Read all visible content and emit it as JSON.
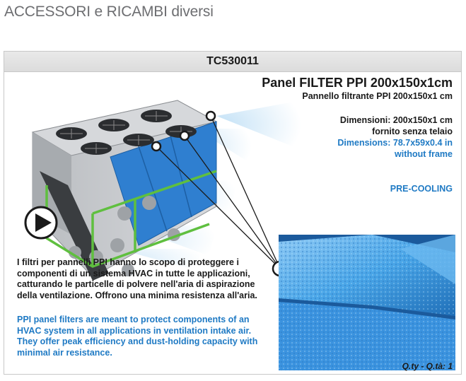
{
  "section_title": "ACCESSORI e RICAMBI diversi",
  "product": {
    "code": "TC530011",
    "title_en": "Panel FILTER PPI 200x150x1cm",
    "title_it": "Pannello filtrante PPI 200x150x1 cm",
    "dimensions_it": "Dimensioni: 200x150x1 cm",
    "frame_it": "fornito senza telaio",
    "dimensions_en": "Dimensions:  78.7x59x0.4 in",
    "frame_en": "without frame",
    "tag": "PRE-COOLING",
    "description_it": "I filtri per pannelli PPI hanno lo scopo di proteggere i componenti di un sistema HVAC in tutte le applicazioni, catturando le particelle di polvere nell'aria di aspirazione della ventilazione. Offrono una minima resistenza all'aria.",
    "description_en": "PPI panel filters are meant to protect components of an HVAC system in all applications in ventilation intake air. They offer peak efficiency and dust-holding capacity with minimal air resistance.",
    "quantity": "Q.ty - Q.tà: 1"
  },
  "icons": [
    "fan-icon",
    "play-icon",
    "callout-icon"
  ],
  "colors": {
    "title_grey": "#6d6e71",
    "accent_blue": "#1f7ac4",
    "frame_green": "#5fbf3f",
    "filter_blue": "#2f7fd0",
    "foam_blue": "#4aa6e8"
  }
}
